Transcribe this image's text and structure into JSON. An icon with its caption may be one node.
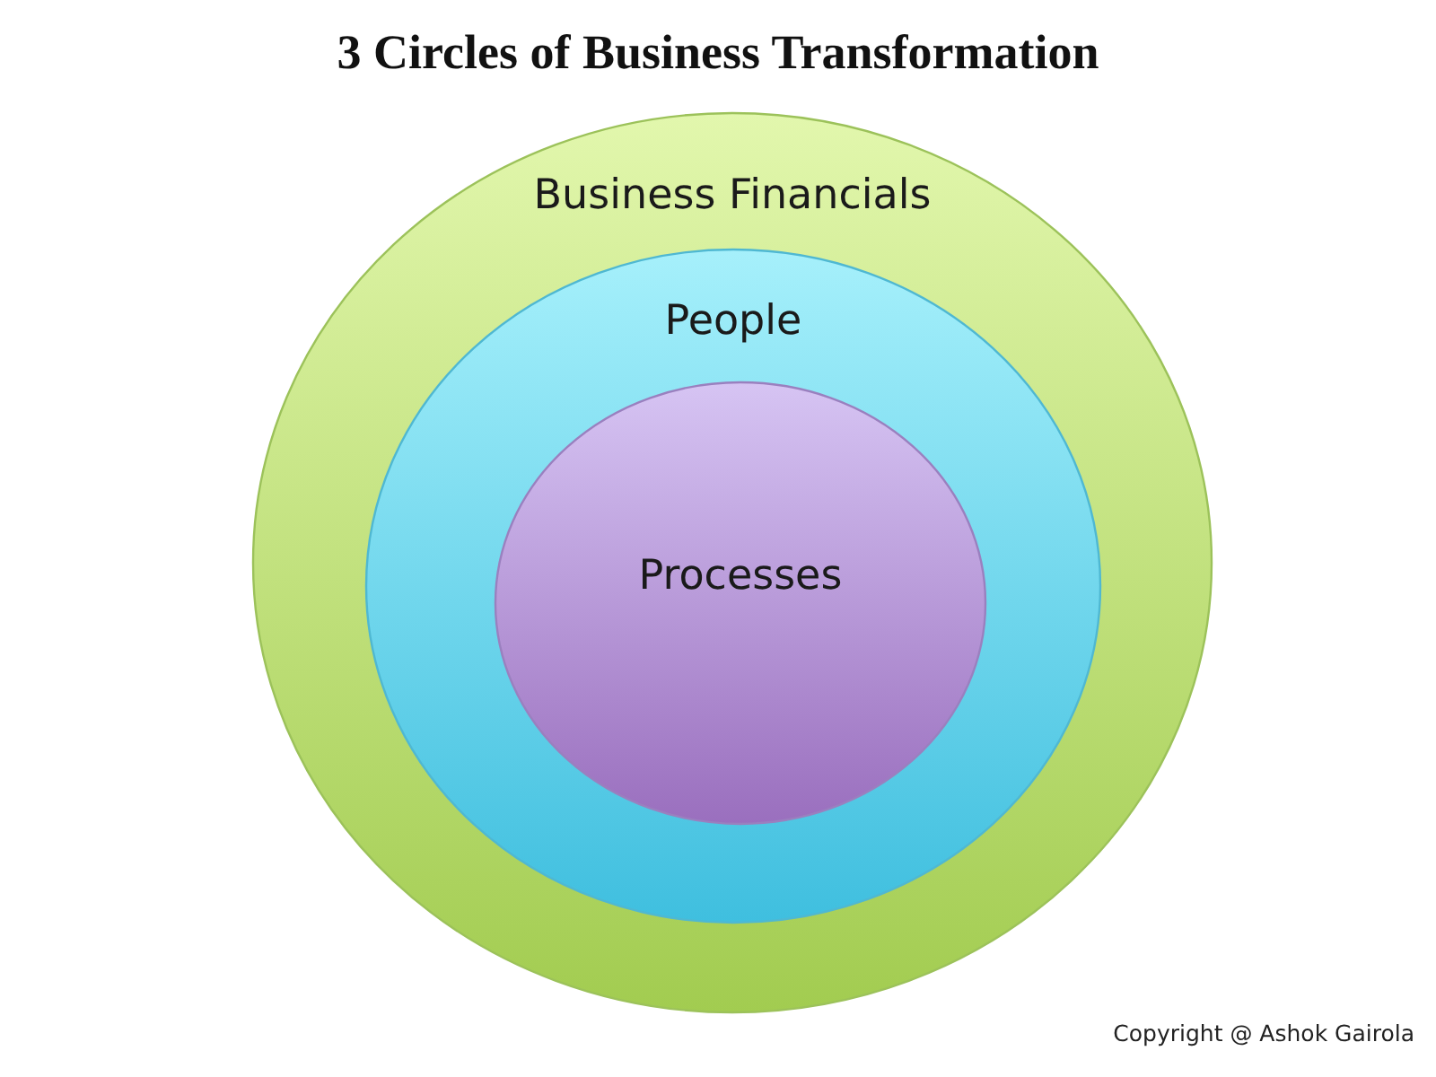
{
  "diagram": {
    "title": "3 Circles of Business Transformation",
    "nodes": [
      {
        "text": [
          "Business Financials"
        ]
      },
      {
        "text": [
          "People"
        ],
        "in": 0
      },
      {
        "text": [
          "Processes"
        ],
        "in": 1
      }
    ],
    "labels": [
      "Copyright @ Ashok Gairola"
    ]
  }
}
